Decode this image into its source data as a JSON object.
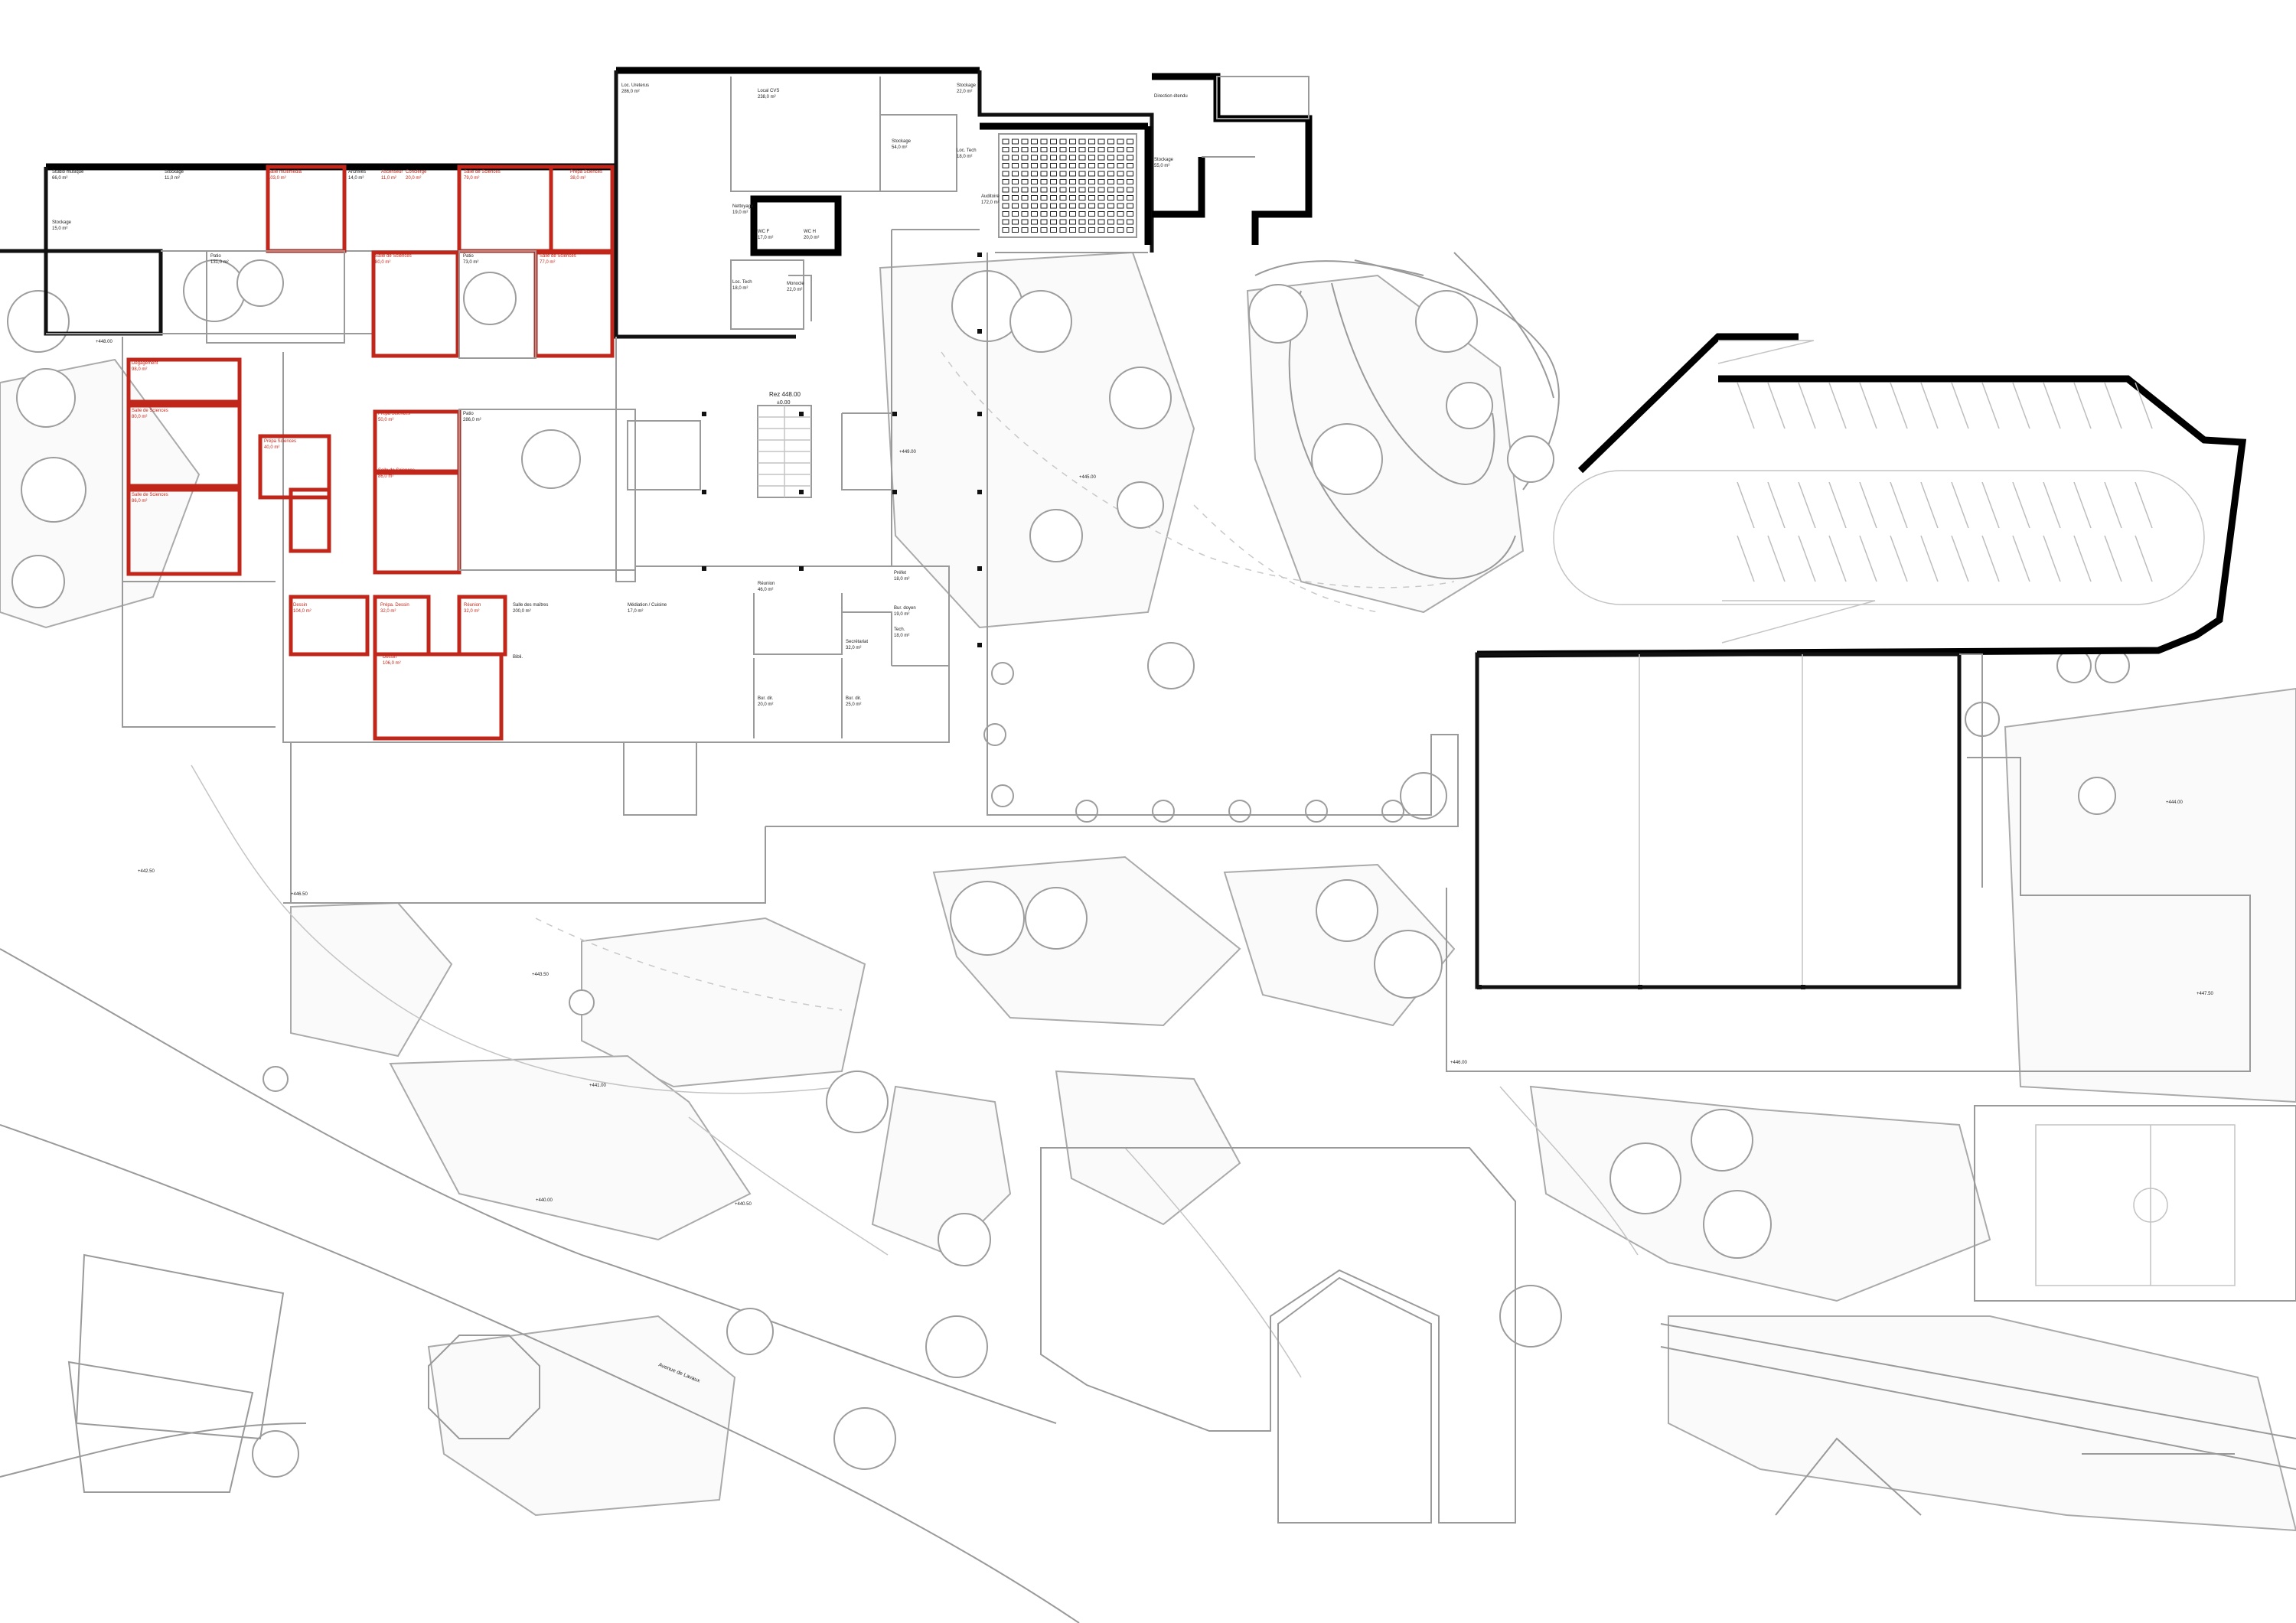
{
  "rooms": [
    {
      "id": "r1",
      "name": "Studio musique",
      "area": "66,0 m²",
      "red": false
    },
    {
      "id": "r2",
      "name": "Stockage",
      "area": "15,0 m²",
      "red": false
    },
    {
      "id": "r3",
      "name": "Salle multimédia",
      "area": "103,0 m²",
      "red": true
    },
    {
      "id": "r4",
      "name": "Archives",
      "area": "14,0 m²",
      "red": false
    },
    {
      "id": "r5",
      "name": "Ascenseur",
      "area": "11,0 m²",
      "red": true
    },
    {
      "id": "r6",
      "name": "Concierge",
      "area": "20,0 m²",
      "red": true
    },
    {
      "id": "r7",
      "name": "Salle de Sciences",
      "area": "79,0 m²",
      "red": true
    },
    {
      "id": "r8",
      "name": "Prépa Sciences",
      "area": "38,0 m²",
      "red": true
    },
    {
      "id": "r9",
      "name": "Stockage",
      "area": "11,0 m²",
      "red": false
    },
    {
      "id": "r10",
      "name": "Patio",
      "area": "131,0 m²",
      "red": false
    },
    {
      "id": "r11",
      "name": "Salle de Sciences",
      "area": "80,0 m²",
      "red": true
    },
    {
      "id": "r12",
      "name": "Patio",
      "area": "73,0 m²",
      "red": false
    },
    {
      "id": "r13",
      "name": "Salle de Sciences",
      "area": "77,0 m²",
      "red": true
    },
    {
      "id": "r14",
      "name": "Dégagement",
      "area": "98,0 m²",
      "red": true
    },
    {
      "id": "r15",
      "name": "Salle de Sciences",
      "area": "80,0 m²",
      "red": true
    },
    {
      "id": "r16",
      "name": "Prépa Sciences",
      "area": "40,0 m²",
      "red": true
    },
    {
      "id": "r17",
      "name": "Salle de Sciences",
      "area": "86,0 m²",
      "red": true
    },
    {
      "id": "r18",
      "name": "Prépa Sciences",
      "area": "50,0 m²",
      "red": true
    },
    {
      "id": "r19",
      "name": "Salle de Sciences",
      "area": "86,0 m²",
      "red": true
    },
    {
      "id": "r20",
      "name": "Patio",
      "area": "286,0 m²",
      "red": false
    },
    {
      "id": "r21",
      "name": "Loc. Ureterus",
      "area": "286,0 m²",
      "red": false
    },
    {
      "id": "r22",
      "name": "Local CVS",
      "area": "238,0 m²",
      "red": false
    },
    {
      "id": "r23",
      "name": "Stockage",
      "area": "22,0 m²",
      "red": false
    },
    {
      "id": "r24",
      "name": "Stockage",
      "area": "54,0 m²",
      "red": false
    },
    {
      "id": "r25",
      "name": "Loc. Tech",
      "area": "18,0 m²",
      "red": false
    },
    {
      "id": "r26",
      "name": "Auditoire",
      "area": "172,0 m²",
      "red": false
    },
    {
      "id": "r27",
      "name": "Direction étendu",
      "area": "",
      "red": false
    },
    {
      "id": "r28",
      "name": "Stockage",
      "area": "55,0 m²",
      "red": false
    },
    {
      "id": "r29",
      "name": "WC F",
      "area": "17,0 m²",
      "red": false
    },
    {
      "id": "r30",
      "name": "WC H",
      "area": "20,0 m²",
      "red": false
    },
    {
      "id": "r31",
      "name": "Nettoyage",
      "area": "19,0 m²",
      "red": false
    },
    {
      "id": "r32",
      "name": "Loc. Tech",
      "area": "18,0 m²",
      "red": false
    },
    {
      "id": "r33",
      "name": "Monocle",
      "area": "22,0 m²",
      "red": false
    },
    {
      "id": "r34",
      "name": "Dessin",
      "area": "104,0 m²",
      "red": true
    },
    {
      "id": "r35",
      "name": "Prépa. Dessin",
      "area": "32,0 m²",
      "red": true
    },
    {
      "id": "r36",
      "name": "Réunion",
      "area": "32,0 m²",
      "red": true
    },
    {
      "id": "r37",
      "name": "Salle des maîtres",
      "area": "200,0 m²",
      "red": false
    },
    {
      "id": "r38",
      "name": "Médiation / Cuisine",
      "area": "17,0 m²",
      "red": false
    },
    {
      "id": "r39",
      "name": "Réunion",
      "area": "46,0 m²",
      "red": false
    },
    {
      "id": "r40",
      "name": "Dessin",
      "area": "106,0 m²",
      "red": true
    },
    {
      "id": "r41",
      "name": "Bibli.",
      "area": "",
      "red": false
    },
    {
      "id": "r42",
      "name": "Secrétariat",
      "area": "32,0 m²",
      "red": false
    },
    {
      "id": "r43",
      "name": "Préfet",
      "area": "18,0 m²",
      "red": false
    },
    {
      "id": "r44",
      "name": "Bur. doyen",
      "area": "19,0 m²",
      "red": false
    },
    {
      "id": "r45",
      "name": "Tech.",
      "area": "18,0 m²",
      "red": false
    },
    {
      "id": "r46",
      "name": "Bur. dir.",
      "area": "20,0 m²",
      "red": false
    },
    {
      "id": "r47",
      "name": "Bur. dir.",
      "area": "25,0 m²",
      "red": false
    }
  ],
  "annotations": {
    "hall_level": "Rez 448.00",
    "hall_sub": "±0.00",
    "level_marks": [
      "+448.00",
      "+449.00",
      "+446.50",
      "+446.00",
      "+443.50",
      "+442.50",
      "+441.00",
      "+440.50",
      "+440.00",
      "+444.00",
      "+445.00",
      "+447.50"
    ],
    "street_name": "Avenue de Lavaux"
  },
  "colors": {
    "wall": "#111111",
    "red_program": "#c0261a",
    "landscape": "#9d9d9d"
  }
}
